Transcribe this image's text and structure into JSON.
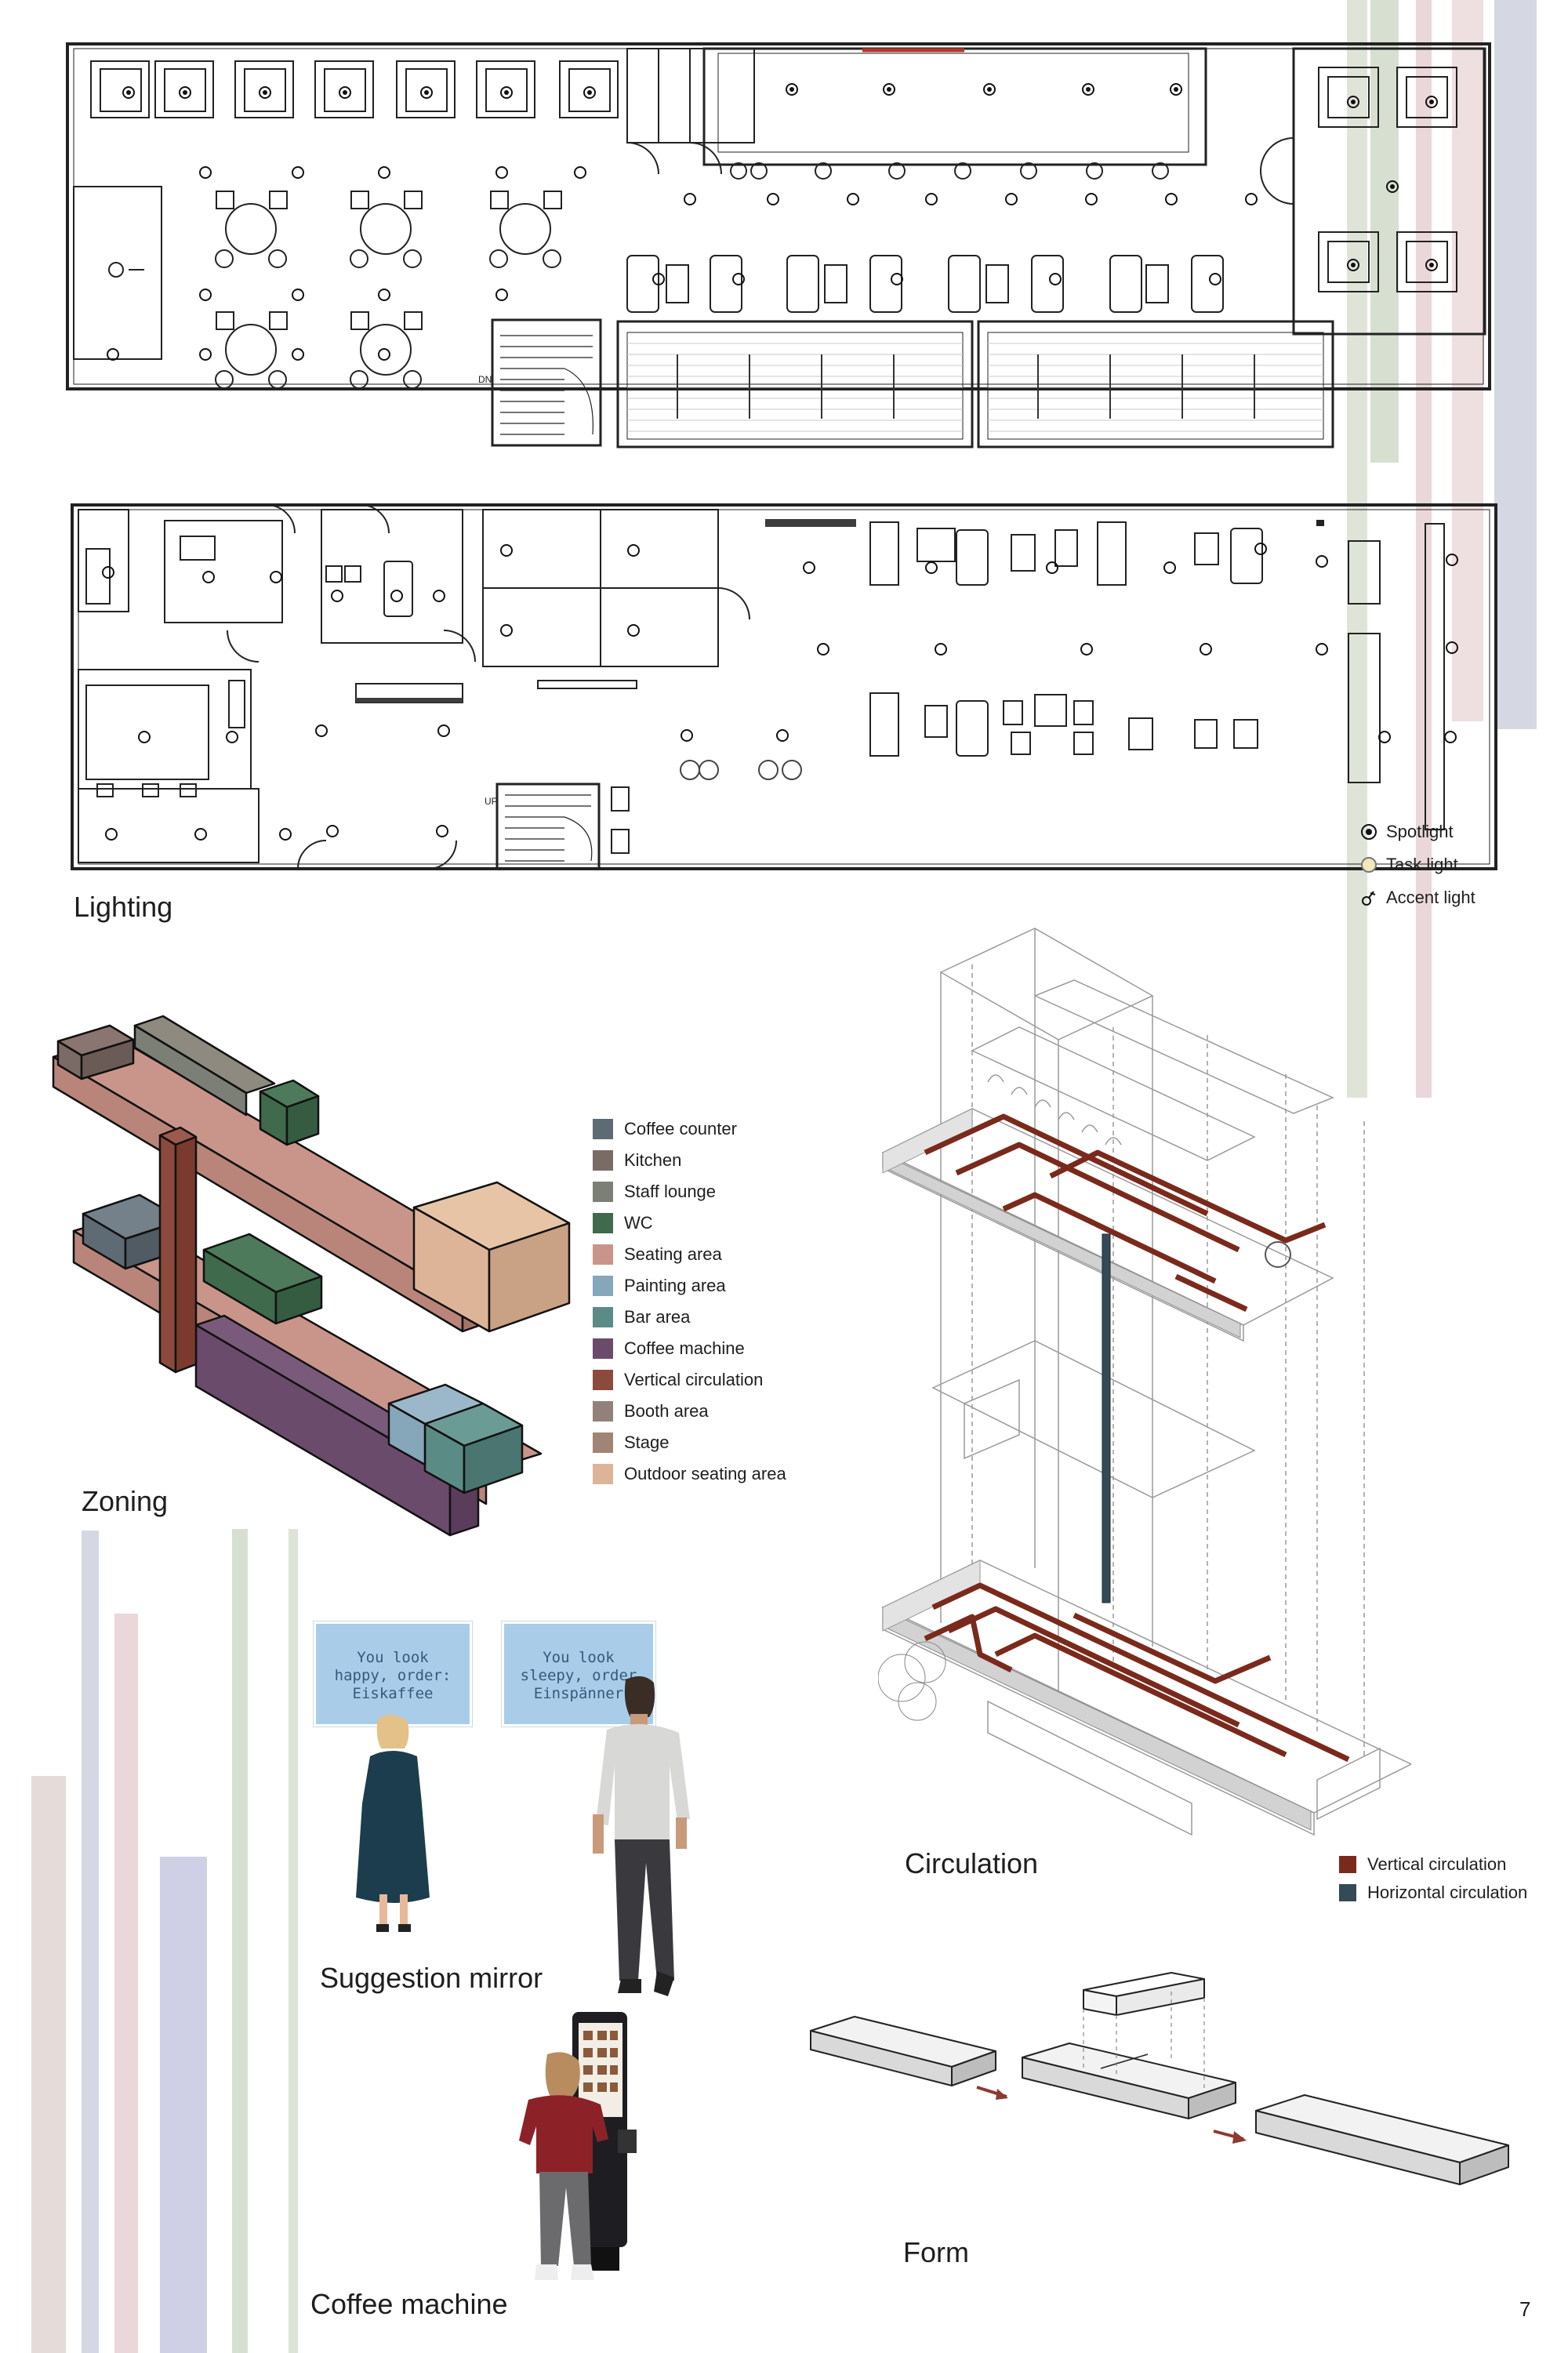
{
  "page_number": "7",
  "sections": {
    "lighting": "Lighting",
    "zoning": "Zoning",
    "circulation": "Circulation",
    "suggestion_mirror": "Suggestion mirror",
    "coffee_machine": "Coffee machine",
    "form": "Form"
  },
  "plans": {
    "upper_stair_label": "DN",
    "lower_stair_label": "UP"
  },
  "lighting_legend": [
    {
      "label": "Spotlight",
      "icon": "spotlight-icon"
    },
    {
      "label": "Task light",
      "icon": "task-light-icon"
    },
    {
      "label": "Accent light",
      "icon": "accent-light-icon"
    }
  ],
  "zoning_legend": [
    {
      "label": "Coffee counter",
      "color": "#5f6b74"
    },
    {
      "label": "Kitchen",
      "color": "#7a6b66"
    },
    {
      "label": "Staff lounge",
      "color": "#7c7f75"
    },
    {
      "label": "WC",
      "color": "#3f6a4c"
    },
    {
      "label": "Seating area",
      "color": "#c9958a"
    },
    {
      "label": "Painting area",
      "color": "#86a6b9"
    },
    {
      "label": "Bar area",
      "color": "#5b8b85"
    },
    {
      "label": "Coffee machine",
      "color": "#6b4b6b"
    },
    {
      "label": "Vertical circulation",
      "color": "#8c4a3c"
    },
    {
      "label": "Booth area",
      "color": "#94807a"
    },
    {
      "label": "Stage",
      "color": "#a08476"
    },
    {
      "label": "Outdoor seating area",
      "color": "#deb498"
    }
  ],
  "circulation_legend": [
    {
      "label": "Vertical circulation",
      "color": "#7a2a1c"
    },
    {
      "label": "Horizontal circulation",
      "color": "#344a55"
    }
  ],
  "mirror_messages": [
    "You look\nhappy, order:\nEiskaffee",
    "You look\nsleepy, order\nEinspänner"
  ],
  "colors": {
    "stripe_grey": "#d5d8e2",
    "stripe_green": "#d7dfd0",
    "stripe_pink": "#ead7da",
    "stripe_lavender": "#cfcfe6",
    "stripe_beige": "#e5dcd9",
    "circulation_red": "#7a2a1c",
    "circulation_dark": "#344a55"
  }
}
